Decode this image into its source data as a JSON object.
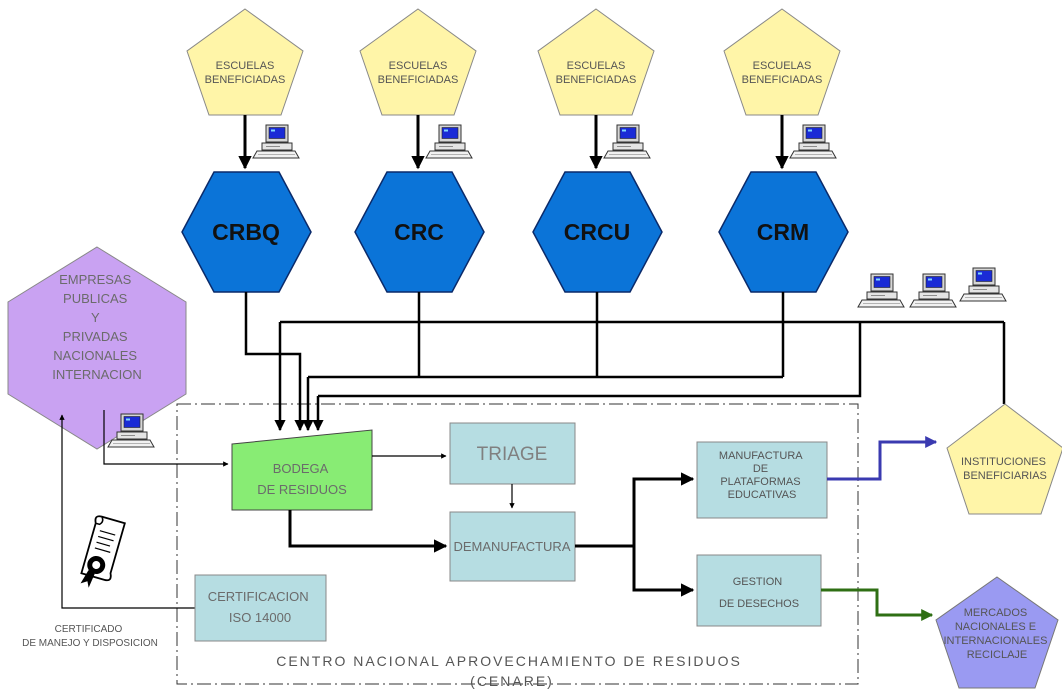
{
  "centers": [
    {
      "school": [
        "ESCUELAS",
        "BENEFICIADAS"
      ],
      "label": "CRBQ"
    },
    {
      "school": [
        "ESCUELAS",
        "BENEFICIADAS"
      ],
      "label": "CRC"
    },
    {
      "school": [
        "ESCUELAS",
        "BENEFICIADAS"
      ],
      "label": "CRCU"
    },
    {
      "school": [
        "ESCUELAS",
        "BENEFICIADAS"
      ],
      "label": "CRM"
    }
  ],
  "empresas": [
    "EMPRESAS",
    "PUBLICAS",
    "Y",
    "PRIVADAS",
    "NACIONALES",
    "INTERNACION"
  ],
  "bodega": [
    "BODEGA",
    "DE RESIDUOS"
  ],
  "triage": "TRIAGE",
  "demanufactura": "DEMANUFACTURA",
  "manufactura": [
    "MANUFACTURA",
    "DE",
    "PLATAFORMAS",
    "EDUCATIVAS"
  ],
  "gestion": [
    "GESTION",
    "DE DESECHOS"
  ],
  "instituciones": [
    "INSTITUCIONES",
    "BENEFICIARIAS"
  ],
  "mercados": [
    "MERCADOS",
    "NACIONALES E",
    "INTERNACIONALES",
    "RECICLAJE"
  ],
  "certificacion": [
    "CERTIFICACION",
    "ISO 14000"
  ],
  "certificado": [
    "CERTIFICADO",
    "DE MANEJO Y DISPOSICION"
  ],
  "footer": [
    "CENTRO NACIONAL APROVECHAMIENTO DE RESIDUOS",
    "(CENARE)"
  ],
  "colors": {
    "school_fill": "#fff5a8",
    "hex_fill": "#0b74d8",
    "empresas_fill": "#c9a2f2",
    "bodega_fill": "#88ec74",
    "process_fill": "#b6dde2",
    "mercados_fill": "#9a9af2",
    "to_instituciones": "#3a3ab0",
    "to_mercados": "#2f6f14"
  }
}
